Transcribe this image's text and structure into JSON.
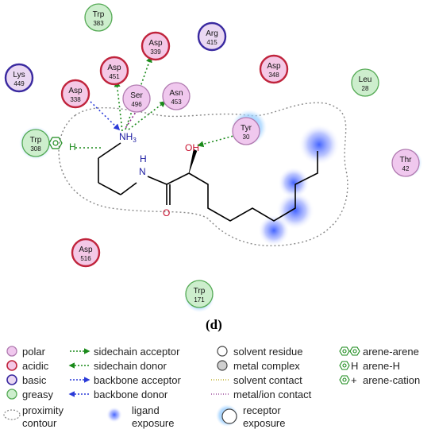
{
  "panel_label": "(d)",
  "residues": [
    {
      "name": "Trp",
      "number": "383",
      "type": "greasy"
    },
    {
      "name": "Asp",
      "number": "339",
      "type": "acidic"
    },
    {
      "name": "Arg",
      "number": "415",
      "type": "basic"
    },
    {
      "name": "Lys",
      "number": "449",
      "type": "basic"
    },
    {
      "name": "Asp",
      "number": "451",
      "type": "acidic"
    },
    {
      "name": "Asp",
      "number": "348",
      "type": "acidic"
    },
    {
      "name": "Asp",
      "number": "338",
      "type": "acidic"
    },
    {
      "name": "Ser",
      "number": "496",
      "type": "polar"
    },
    {
      "name": "Asn",
      "number": "453",
      "type": "polar"
    },
    {
      "name": "Leu",
      "number": "28",
      "type": "greasy"
    },
    {
      "name": "Trp",
      "number": "308",
      "type": "greasy"
    },
    {
      "name": "Tyr",
      "number": "30",
      "type": "polar"
    },
    {
      "name": "Thr",
      "number": "42",
      "type": "polar"
    },
    {
      "name": "Asp",
      "number": "516",
      "type": "acidic"
    },
    {
      "name": "Trp",
      "number": "171",
      "type": "greasy"
    }
  ],
  "ligand": {
    "nh3": "NH",
    "nh3_sub": "3",
    "amide_n": "N",
    "amide_h": "H",
    "oxygen": "O",
    "hydroxyl": "OH",
    "arene_h": "H"
  },
  "legend": {
    "residue_types": [
      {
        "label": "polar",
        "fill": "#f0c8ee",
        "stroke": "#b07ab0"
      },
      {
        "label": "acidic",
        "fill": "#f4c8e6",
        "stroke": "#c0243c"
      },
      {
        "label": "basic",
        "fill": "#ead8f2",
        "stroke": "#3a2aa0"
      },
      {
        "label": "greasy",
        "fill": "#cdeecd",
        "stroke": "#55aa55"
      }
    ],
    "proximity_line1": "proximity",
    "proximity_line2": "contour",
    "interactions": [
      {
        "label": "sidechain acceptor",
        "color": "#1a8a1a"
      },
      {
        "label": "sidechain donor",
        "color": "#1a8a1a"
      },
      {
        "label": "backbone acceptor",
        "color": "#2a3ad8"
      },
      {
        "label": "backbone donor",
        "color": "#2a3ad8"
      }
    ],
    "ligand_exposure_line1": "ligand",
    "ligand_exposure_line2": "exposure",
    "solvent_residue": "solvent residue",
    "metal_complex": "metal complex",
    "solvent_contact": "solvent contact",
    "metal_ion_contact": "metal/ion contact",
    "receptor_exposure_line1": "receptor",
    "receptor_exposure_line2": "exposure",
    "arene_arene": "arene-arene",
    "arene_h": "arene-H",
    "arene_cation": "arene-cation",
    "arene_h_symbol": "H",
    "arene_cation_symbol": "+"
  },
  "colors": {
    "polar": "#f0c8ee",
    "polar_stroke": "#b07ab0",
    "acidic": "#f4c8e6",
    "acidic_stroke": "#c0243c",
    "basic": "#ead8f2",
    "basic_stroke": "#3a2aa0",
    "greasy": "#cdeecd",
    "greasy_stroke": "#55aa55",
    "sidechain": "#1a8a1a",
    "backbone": "#2a3ad8",
    "exposure": "#3a5cff",
    "receptor_halo": "#8fc8ff"
  }
}
